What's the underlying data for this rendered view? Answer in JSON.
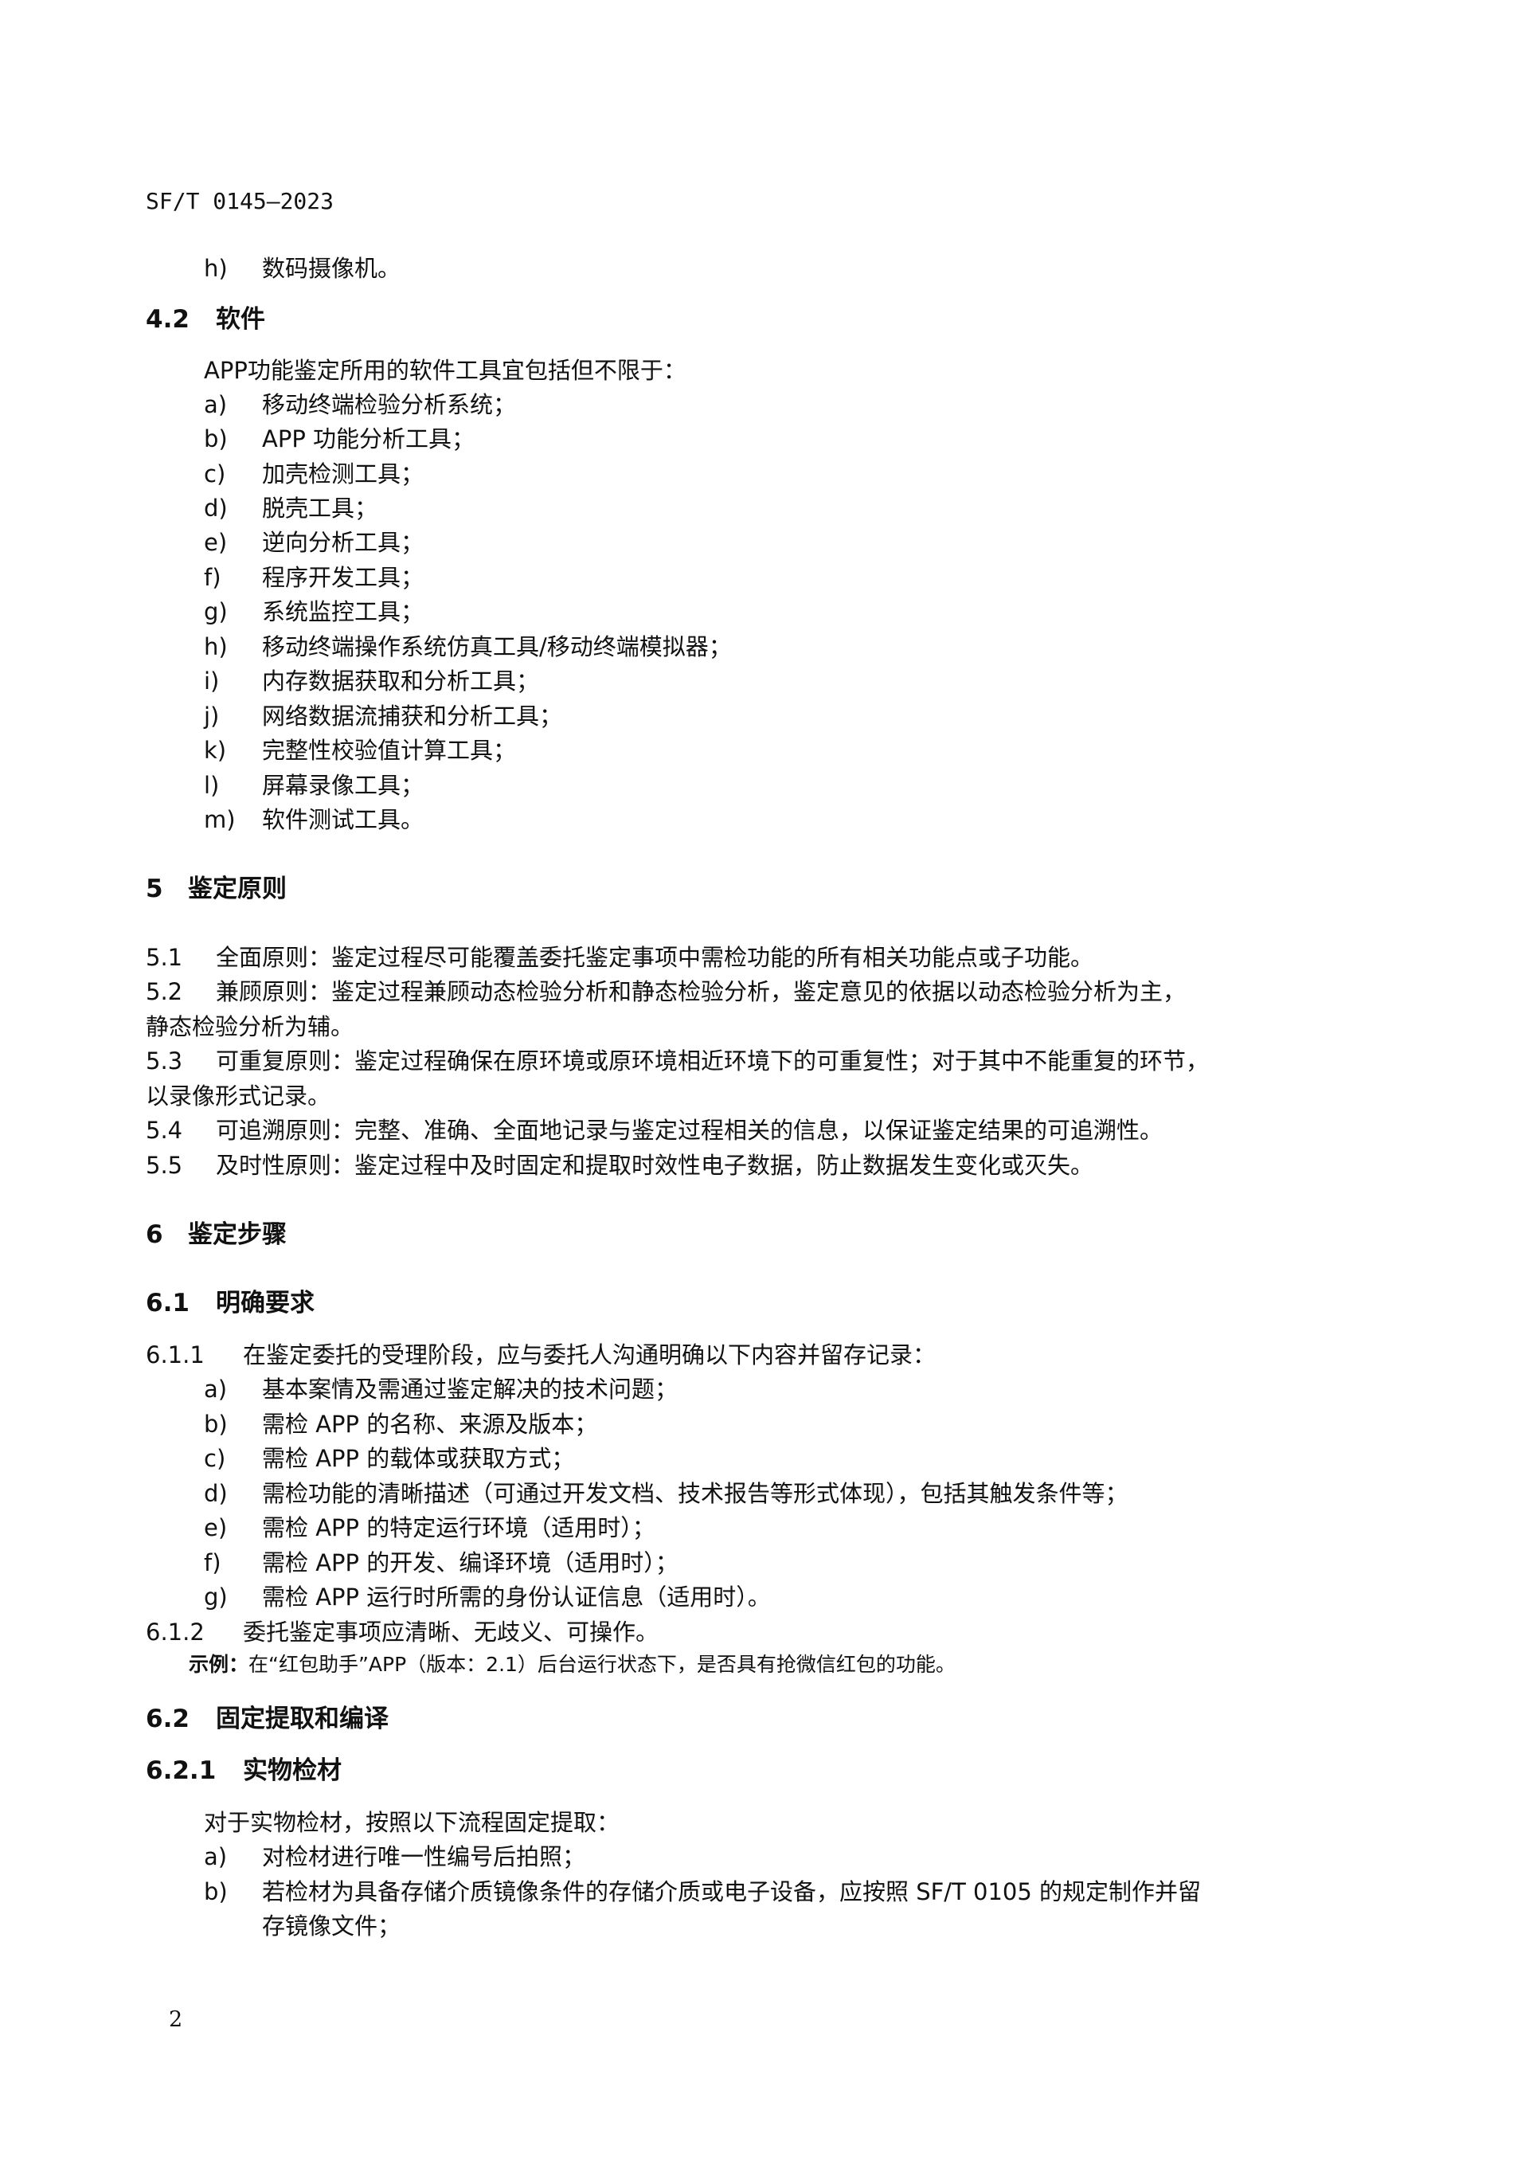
{
  "header": {
    "code": "SF/T 0145—2023"
  },
  "top_item": {
    "label": "h)",
    "text": "数码摄像机。"
  },
  "sec_4_2": {
    "num": "4.2",
    "title": "软件",
    "intro": "APP功能鉴定所用的软件工具宜包括但不限于：",
    "items": [
      {
        "label": "a)",
        "text": "移动终端检验分析系统；"
      },
      {
        "label": "b)",
        "text": "APP 功能分析工具；"
      },
      {
        "label": "c)",
        "text": "加壳检测工具；"
      },
      {
        "label": "d)",
        "text": "脱壳工具；"
      },
      {
        "label": "e)",
        "text": "逆向分析工具；"
      },
      {
        "label": "f)",
        "text": "程序开发工具；"
      },
      {
        "label": "g)",
        "text": "系统监控工具；"
      },
      {
        "label": "h)",
        "text": "移动终端操作系统仿真工具/移动终端模拟器；"
      },
      {
        "label": "i)",
        "text": "内存数据获取和分析工具；"
      },
      {
        "label": "j)",
        "text": "网络数据流捕获和分析工具；"
      },
      {
        "label": "k)",
        "text": "完整性校验值计算工具；"
      },
      {
        "label": "l)",
        "text": "屏幕录像工具；"
      },
      {
        "label": "m)",
        "text": "软件测试工具。"
      }
    ]
  },
  "sec_5": {
    "num": "5",
    "title": "鉴定原则",
    "p1": {
      "num": "5.1",
      "text": "全面原则：鉴定过程尽可能覆盖委托鉴定事项中需检功能的所有相关功能点或子功能。"
    },
    "p2": {
      "num": "5.2",
      "text": "兼顾原则：鉴定过程兼顾动态检验分析和静态检验分析，鉴定意见的依据以动态检验分析为主，",
      "cont": "静态检验分析为辅。"
    },
    "p3": {
      "num": "5.3",
      "text": "可重复原则：鉴定过程确保在原环境或原环境相近环境下的可重复性；对于其中不能重复的环节，",
      "cont": "以录像形式记录。"
    },
    "p4": {
      "num": "5.4",
      "text": "可追溯原则：完整、准确、全面地记录与鉴定过程相关的信息，以保证鉴定结果的可追溯性。"
    },
    "p5": {
      "num": "5.5",
      "text": "及时性原则：鉴定过程中及时固定和提取时效性电子数据，防止数据发生变化或灭失。"
    }
  },
  "sec_6": {
    "num": "6",
    "title": "鉴定步骤",
    "s6_1": {
      "num": "6.1",
      "title": "明确要求"
    },
    "s6_1_1": {
      "num": "6.1.1",
      "text": "在鉴定委托的受理阶段，应与委托人沟通明确以下内容并留存记录：",
      "items": [
        {
          "label": "a)",
          "text": "基本案情及需通过鉴定解决的技术问题；"
        },
        {
          "label": "b)",
          "text": "需检 APP 的名称、来源及版本；"
        },
        {
          "label": "c)",
          "text": "需检 APP 的载体或获取方式；"
        },
        {
          "label": "d)",
          "text": "需检功能的清晰描述（可通过开发文档、技术报告等形式体现），包括其触发条件等；"
        },
        {
          "label": "e)",
          "text": "需检 APP 的特定运行环境（适用时）；"
        },
        {
          "label": "f)",
          "text": "需检 APP 的开发、编译环境（适用时）；"
        },
        {
          "label": "g)",
          "text": "需检 APP 运行时所需的身份认证信息（适用时）。"
        }
      ]
    },
    "s6_1_2": {
      "num": "6.1.2",
      "text": "委托鉴定事项应清晰、无歧义、可操作。",
      "example_label": "示例：",
      "example": "在“红包助手”APP（版本：2.1）后台运行状态下，是否具有抢微信红包的功能。"
    },
    "s6_2": {
      "num": "6.2",
      "title": "固定提取和编译"
    },
    "s6_2_1": {
      "num": "6.2.1",
      "title": "实物检材",
      "intro": "对于实物检材，按照以下流程固定提取：",
      "items": [
        {
          "label": "a)",
          "text": "对检材进行唯一性编号后拍照；"
        },
        {
          "label": "b)",
          "text": "若检材为具备存储介质镜像条件的存储介质或电子设备，应按照 SF/T  0105 的规定制作并留",
          "cont": "存镜像文件；"
        }
      ]
    }
  },
  "footer": {
    "page_number": "2"
  }
}
